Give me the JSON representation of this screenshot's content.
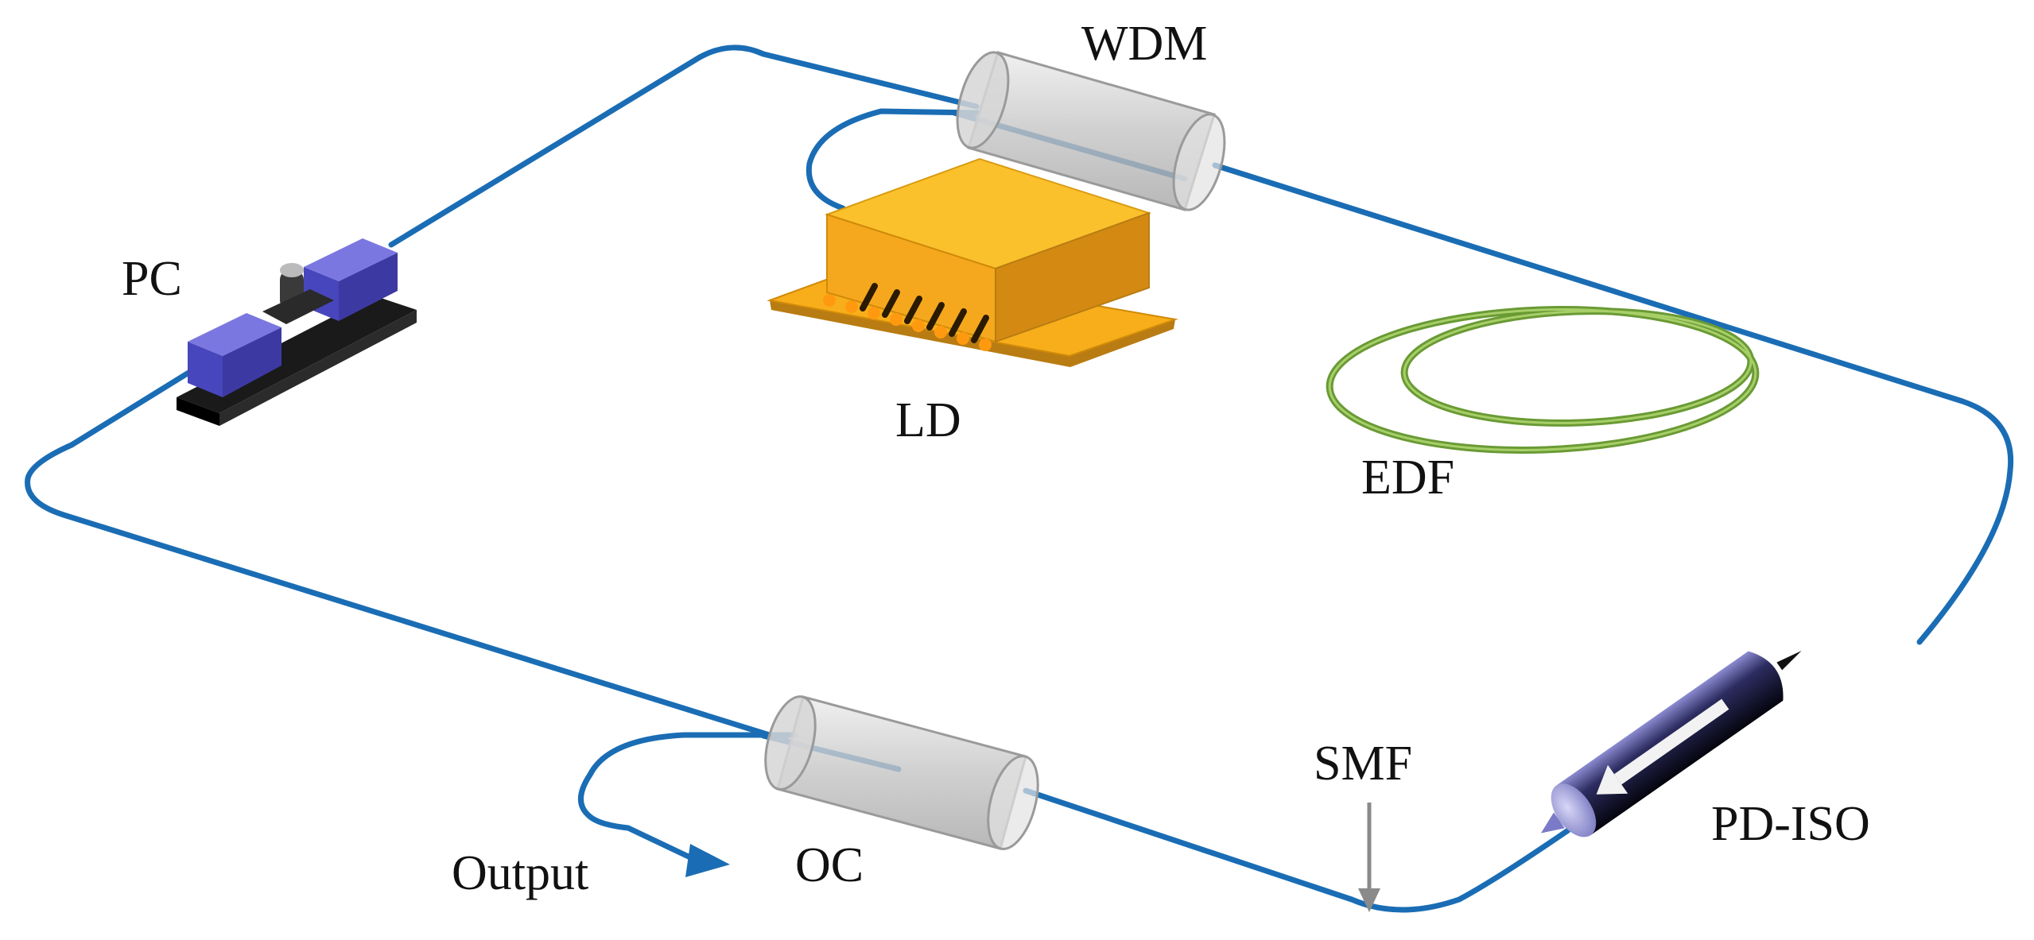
{
  "figure": {
    "labels": {
      "wdm": "WDM",
      "pc": "PC",
      "ld": "LD",
      "edf": "EDF",
      "smf": "SMF",
      "pd_iso": "PD-ISO",
      "oc": "OC",
      "output": "Output"
    },
    "colors": {
      "fiber": "#1a6db4",
      "edf_fiber": "#6a9a35",
      "ld_body": "#f5b01e",
      "pc_block": "#5a58d0",
      "coupler_glass": "#c9c9c9",
      "isolator": "#3a3a70",
      "smf_arrow": "#8a8a8a"
    },
    "icons": {
      "wdm": "coupler-cylinder-icon",
      "oc": "coupler-cylinder-icon",
      "ld": "butterfly-laser-diode-icon",
      "pc": "polarization-controller-icon",
      "edf": "fiber-coil-icon",
      "pd_iso": "isolator-icon",
      "output": "output-arrow-icon",
      "smf": "pointer-arrow-icon"
    }
  }
}
